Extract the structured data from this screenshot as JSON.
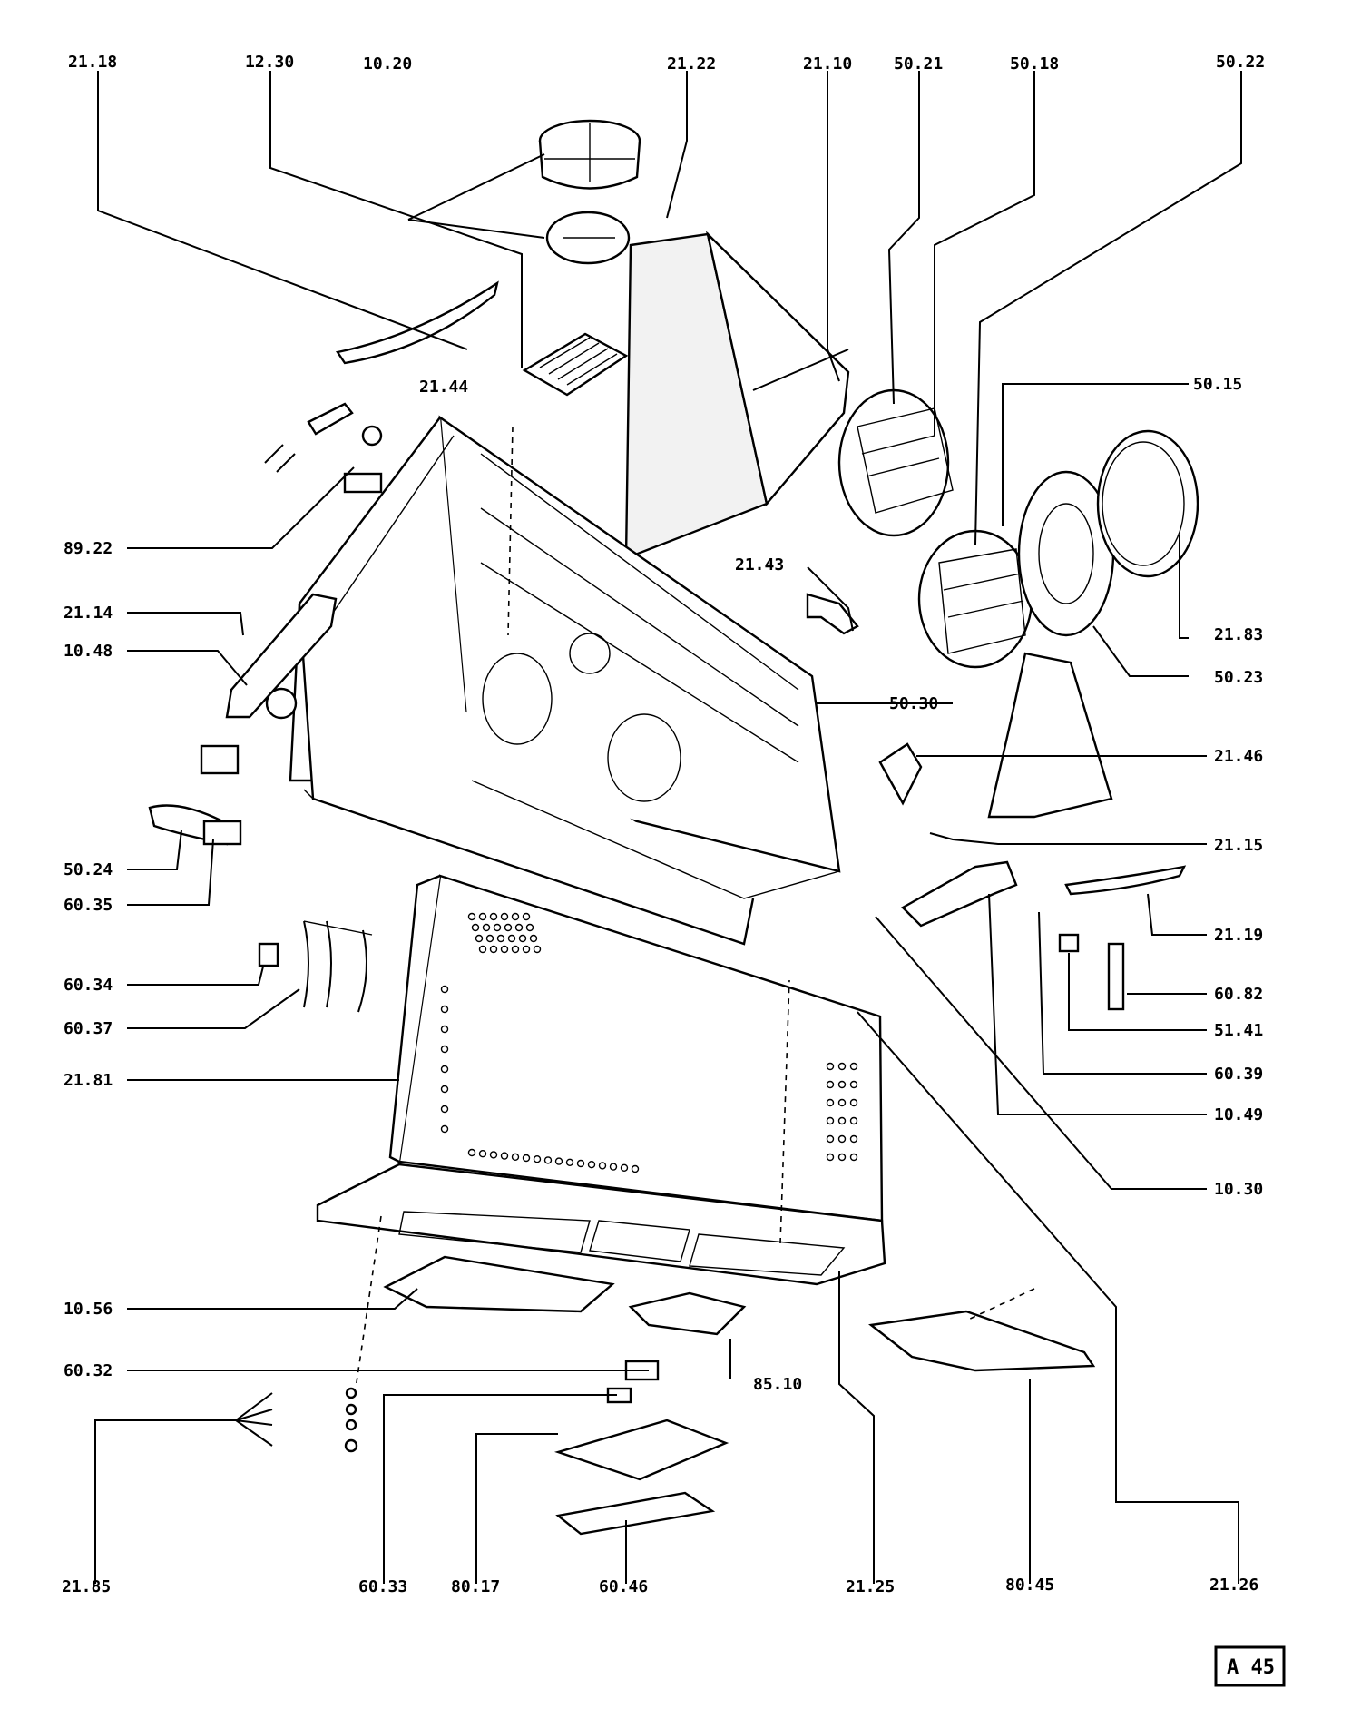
{
  "diagram": {
    "callouts": [
      {
        "id": "c1",
        "label": "21.18"
      },
      {
        "id": "c2",
        "label": "12.30"
      },
      {
        "id": "c3",
        "label": "10.20"
      },
      {
        "id": "c4",
        "label": "21.22"
      },
      {
        "id": "c5",
        "label": "21.10"
      },
      {
        "id": "c6",
        "label": "50.21"
      },
      {
        "id": "c7",
        "label": "50.18"
      },
      {
        "id": "c8",
        "label": "50.22"
      },
      {
        "id": "c9",
        "label": "50.15"
      },
      {
        "id": "c10",
        "label": "21.44"
      },
      {
        "id": "c11",
        "label": "89.22"
      },
      {
        "id": "c12",
        "label": "21.14"
      },
      {
        "id": "c13",
        "label": "10.48"
      },
      {
        "id": "c14",
        "label": "21.43"
      },
      {
        "id": "c15",
        "label": "21.83"
      },
      {
        "id": "c16",
        "label": "50.23"
      },
      {
        "id": "c17",
        "label": "50.30"
      },
      {
        "id": "c18",
        "label": "21.46"
      },
      {
        "id": "c19",
        "label": "21.15"
      },
      {
        "id": "c20",
        "label": "50.24"
      },
      {
        "id": "c21",
        "label": "60.35"
      },
      {
        "id": "c22",
        "label": "21.19"
      },
      {
        "id": "c23",
        "label": "60.34"
      },
      {
        "id": "c24",
        "label": "60.82"
      },
      {
        "id": "c25",
        "label": "60.37"
      },
      {
        "id": "c26",
        "label": "51.41"
      },
      {
        "id": "c27",
        "label": "21.81"
      },
      {
        "id": "c28",
        "label": "60.39"
      },
      {
        "id": "c29",
        "label": "10.49"
      },
      {
        "id": "c30",
        "label": "10.30"
      },
      {
        "id": "c31",
        "label": "10.56"
      },
      {
        "id": "c32",
        "label": "85.10"
      },
      {
        "id": "c33",
        "label": "60.32"
      },
      {
        "id": "c34",
        "label": "21.85"
      },
      {
        "id": "c35",
        "label": "60.33"
      },
      {
        "id": "c36",
        "label": "80.17"
      },
      {
        "id": "c37",
        "label": "60.46"
      },
      {
        "id": "c38",
        "label": "21.25"
      },
      {
        "id": "c39",
        "label": "80.45"
      },
      {
        "id": "c40",
        "label": "21.26"
      }
    ],
    "badge": "A 45"
  }
}
